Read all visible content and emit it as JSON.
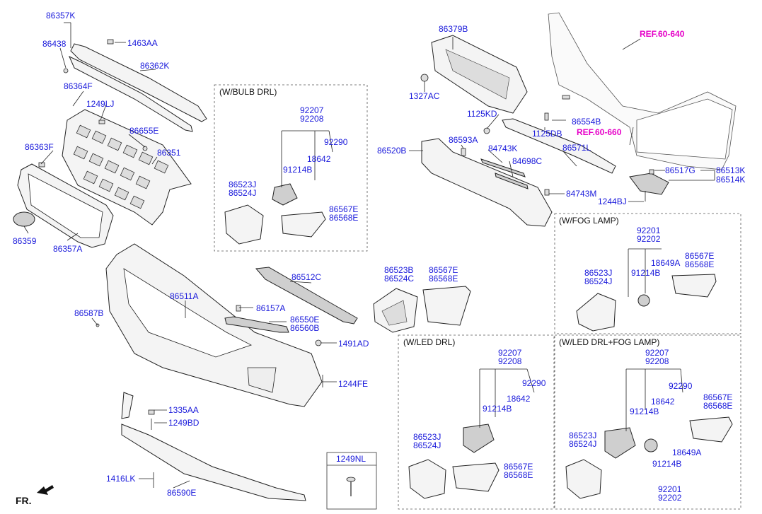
{
  "labels": {
    "p86357K": "86357K",
    "p86438": "86438",
    "p1463AA": "1463AA",
    "p86362K": "86362K",
    "p86364F": "86364F",
    "p1249LJ": "1249LJ",
    "p86655E": "86655E",
    "p86363F": "86363F",
    "p86351": "86351",
    "p86359": "86359",
    "p86357A": "86357A",
    "p86587B": "86587B",
    "p86511A": "86511A",
    "p86512C": "86512C",
    "p86157A": "86157A",
    "p86550E": "86550E",
    "p86560B": "86560B",
    "p1491AD": "1491AD",
    "p1244FE": "1244FE",
    "p1335AA": "1335AA",
    "p1249BD": "1249BD",
    "p1416LK": "1416LK",
    "p86590E": "86590E",
    "p86523B": "86523B",
    "p86524C": "86524C",
    "p86567E_mid": "86567E",
    "p86568E_mid": "86568E",
    "p86379B": "86379B",
    "p1327AC": "1327AC",
    "p1125KD": "1125KD",
    "p86554B": "86554B",
    "p1125DB": "1125DB",
    "p86593A": "86593A",
    "p86520B": "86520B",
    "p84743K": "84743K",
    "p84698C": "84698C",
    "p86571L": "86571L",
    "p84743M": "84743M",
    "p86517G": "86517G",
    "p86513K": "86513K",
    "p86514K": "86514K",
    "p1244BJ": "1244BJ",
    "ref1": "REF.60-640",
    "ref2": "REF.60-660",
    "fr": "FR."
  },
  "boxes": {
    "bulb": {
      "title": "(W/BULB DRL)",
      "a": "92207",
      "b": "92208",
      "c": "92290",
      "d": "18642",
      "e": "91214B",
      "f": "86523J",
      "g": "86524J",
      "h": "86567E",
      "i": "86568E"
    },
    "fog": {
      "title": "(W/FOG LAMP)",
      "a": "92201",
      "b": "92202",
      "c": "86567E",
      "d": "86568E",
      "e": "18649A",
      "f": "91214B",
      "g": "86523J",
      "h": "86524J"
    },
    "led": {
      "title": "(W/LED DRL)",
      "a": "92207",
      "b": "92208",
      "c": "92290",
      "d": "18642",
      "e": "91214B",
      "f": "86523J",
      "g": "86524J",
      "h": "86567E",
      "i": "86568E"
    },
    "ledfog": {
      "title": "(W/LED DRL+FOG LAMP)",
      "a": "92207",
      "b": "92208",
      "c": "92290",
      "d": "18642",
      "e": "91214B",
      "f": "86567E",
      "g": "86568E",
      "h": "86523J",
      "i": "86524J",
      "j": "18649A",
      "k": "91214B",
      "l": "92201",
      "m": "92202"
    },
    "nl": {
      "title": "1249NL"
    }
  }
}
